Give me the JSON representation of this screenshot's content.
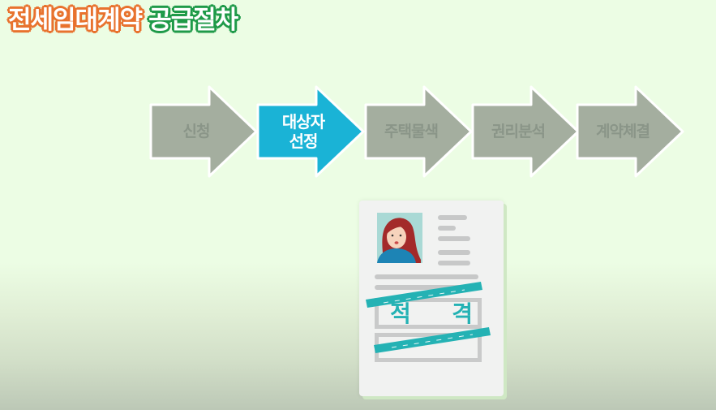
{
  "title": {
    "part1": "전세임대계약",
    "part2": "공급절차",
    "part1_color": "#e8722e",
    "part2_color": "#1f9a49"
  },
  "steps": [
    {
      "label": "신청",
      "active": false
    },
    {
      "label": "대상자\n선정",
      "active": true
    },
    {
      "label": "주택물색",
      "active": false
    },
    {
      "label": "권리분석",
      "active": false
    },
    {
      "label": "계약체결",
      "active": false
    }
  ],
  "colors": {
    "step_inactive": "#a4ae9f",
    "step_active": "#1ab3d6",
    "step_border": "#ffffff",
    "stamp": "#24b2b4"
  },
  "document": {
    "icon": "resume-document-icon",
    "stamp_text": "적격"
  }
}
